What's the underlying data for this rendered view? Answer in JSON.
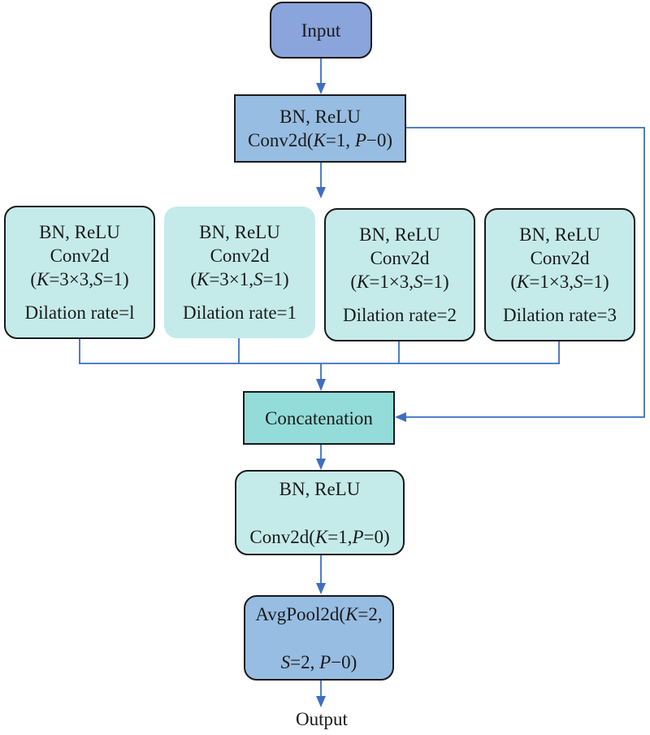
{
  "colors": {
    "input_fill": "#8aa4dc",
    "conv_fill": "#97bde2",
    "branch_fill": "#c4ebea",
    "concat_fill": "#93dcd9",
    "pool_fill": "#97bde2",
    "arrow": "#3d6fbf"
  },
  "nodes": {
    "input": {
      "label": "Input"
    },
    "conv1": {
      "line1": "BN, ReLU",
      "line2": "Conv2d(K=1, P−0)"
    },
    "branches": [
      {
        "line1": "BN, ReLU",
        "line2": "Conv2d",
        "line3": "(K=3×3,S=1)",
        "line4": "Dilation rate=l"
      },
      {
        "line1": "BN, ReLU",
        "line2": "Conv2d",
        "line3": "(K=3×1,S=1)",
        "line4": "Dilation rate=1"
      },
      {
        "line1": "BN, ReLU",
        "line2": "Conv2d",
        "line3": "(K=1×3,S=1)",
        "line4": "Dilation rate=2"
      },
      {
        "line1": "BN, ReLU",
        "line2": "Conv2d",
        "line3": "(K=1×3,S=1)",
        "line4": "Dilation rate=3"
      }
    ],
    "concat": {
      "label": "Concatenation"
    },
    "conv2": {
      "line1": "BN, ReLU",
      "line2": "Conv2d(K=1,P=0)"
    },
    "pool": {
      "line1": "AvgPool2d(K=2,",
      "line2": "S=2, P−0)"
    },
    "output": {
      "label": "Output"
    }
  },
  "edges": [
    {
      "from": "input",
      "to": "conv1"
    },
    {
      "from": "conv1",
      "to": "branches"
    },
    {
      "from": "conv1",
      "to": "concat",
      "type": "skip"
    },
    {
      "from": "branches",
      "to": "concat"
    },
    {
      "from": "concat",
      "to": "conv2"
    },
    {
      "from": "conv2",
      "to": "pool"
    },
    {
      "from": "pool",
      "to": "output"
    }
  ]
}
